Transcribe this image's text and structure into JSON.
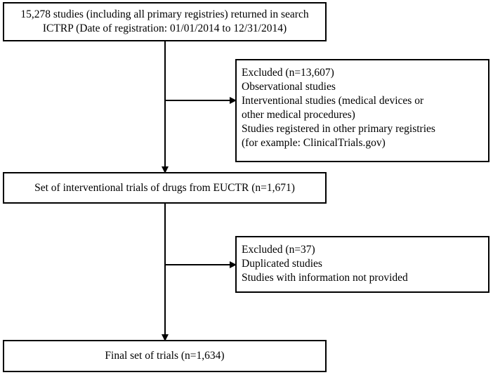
{
  "flowchart": {
    "search_box": {
      "lines": [
        "15,278  studies (including all primary registries) returned in search",
        "ICTRP (Date of registration: 01/01/2014 to 12/31/2014)"
      ]
    },
    "excluded_1": {
      "lines": [
        "Excluded (n=13,607)",
        "Observational studies",
        "Interventional studies (medical devices or",
        "other medical procedures)",
        "Studies registered in other primary registries",
        "(for example: ClinicalTrials.gov)"
      ]
    },
    "euctr_box": {
      "lines": [
        "Set of interventional trials of drugs from EUCTR (n=1,671)"
      ]
    },
    "excluded_2": {
      "lines": [
        "Excluded (n=37)",
        "Duplicated studies",
        "Studies with information not provided"
      ]
    },
    "final_box": {
      "lines": [
        "Final set of trials (n=1,634)"
      ]
    },
    "colors": {
      "stroke": "#000000",
      "background": "#ffffff"
    }
  }
}
